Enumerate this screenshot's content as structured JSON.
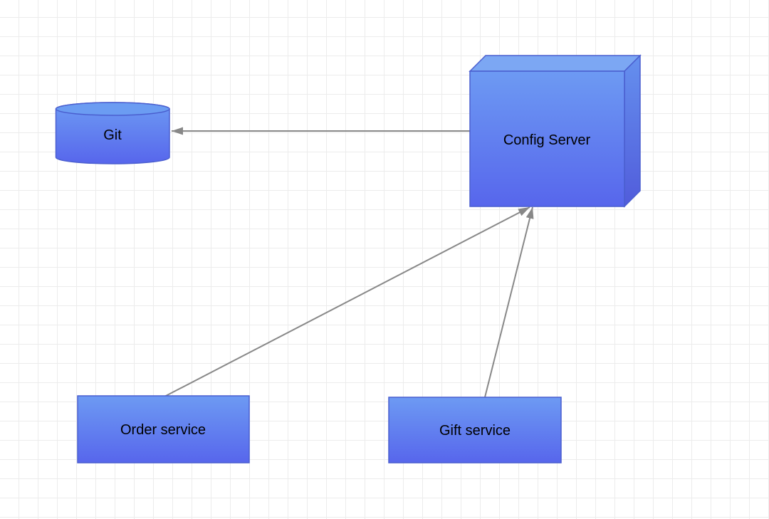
{
  "diagram": {
    "nodes": [
      {
        "id": "git",
        "label": "Git",
        "shape": "cylinder"
      },
      {
        "id": "config-server",
        "label": "Config Server",
        "shape": "cube"
      },
      {
        "id": "order-service",
        "label": "Order service",
        "shape": "rectangle"
      },
      {
        "id": "gift-service",
        "label": "Gift service",
        "shape": "rectangle"
      }
    ],
    "edges": [
      {
        "id": "config-server-to-git",
        "from": "config-server",
        "to": "git",
        "arrow_direction": "left"
      },
      {
        "id": "order-service-to-config-server",
        "from": "order-service",
        "to": "config-server",
        "arrow_direction": "up-right"
      },
      {
        "id": "gift-service-to-config-server",
        "from": "gift-service",
        "to": "config-server",
        "arrow_direction": "up"
      }
    ]
  },
  "colors": {
    "node_gradient_top": "#6d9af3",
    "node_gradient_bottom": "#5766ec",
    "node_border": "#4a5ecf",
    "cube_top_face": "#7ca7f3",
    "cube_side_top": "#6590ee",
    "cube_side_bottom": "#515cdb",
    "cylinder_cap": "#6b9cf2",
    "arrow": "#888888",
    "grid_line": "#ececec",
    "canvas_background": "#ffffff",
    "label": "#000000"
  }
}
